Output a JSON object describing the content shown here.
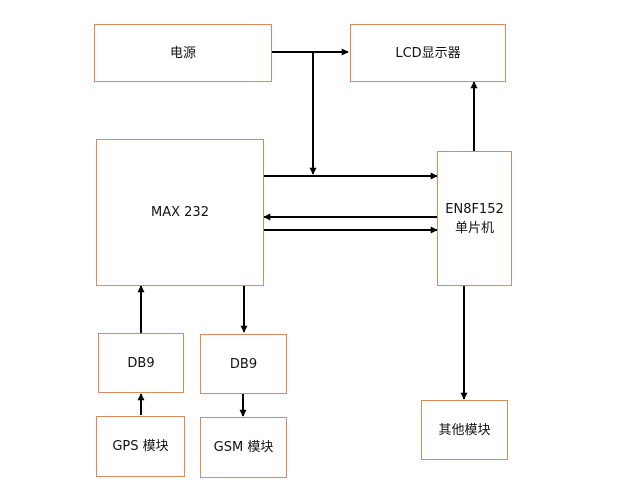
{
  "blocks": {
    "power": "电源",
    "lcd": "LCD显示器",
    "max232": "MAX 232",
    "mcu_line1": "EN8F152",
    "mcu_line2": "单片机",
    "db9_left": "DB9",
    "db9_right": "DB9",
    "gps": "GPS 模块",
    "gsm": "GSM 模块",
    "other": "其他模块"
  },
  "colors": {
    "box_border": "#d9895a",
    "arrow": "#000000"
  }
}
